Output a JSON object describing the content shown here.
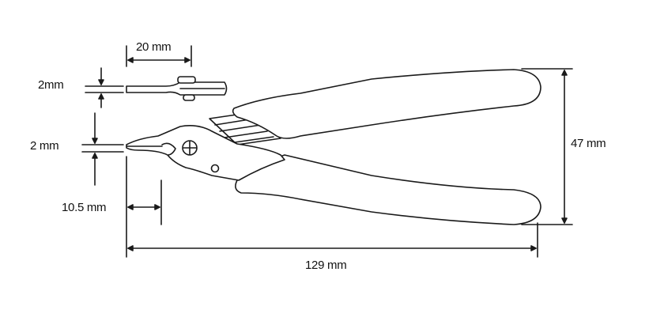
{
  "colors": {
    "line": "#1a1a1a",
    "fill": "#ffffff"
  },
  "dimensions": {
    "tip_length": "20 mm",
    "tip_thickness": "2mm",
    "jaw_opening": "2 mm",
    "jaw_depth": "10.5 mm",
    "total_length": "129 mm",
    "handle_width": "47 mm"
  }
}
